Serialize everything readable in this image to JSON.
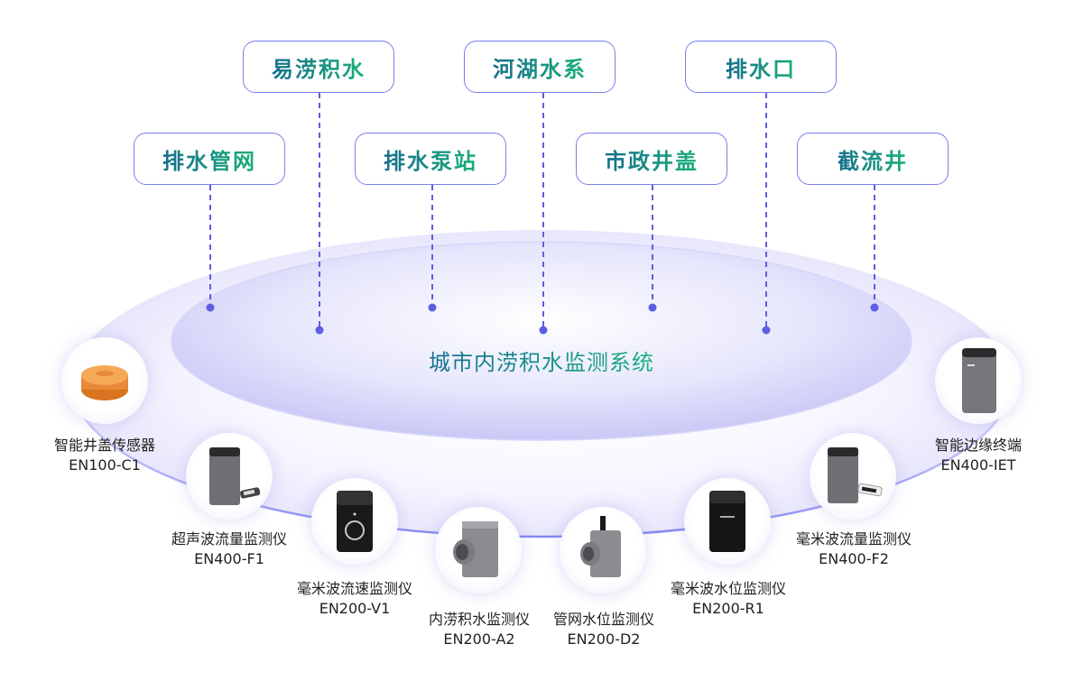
{
  "system_title": "城市内涝积水监测系统",
  "scenarios": [
    {
      "id": "yilao",
      "label": "易涝积水"
    },
    {
      "id": "hehu",
      "label": "河湖水系"
    },
    {
      "id": "paishuikou",
      "label": "排水口"
    },
    {
      "id": "guanwang",
      "label": "排水管网"
    },
    {
      "id": "bengzhan",
      "label": "排水泵站"
    },
    {
      "id": "jinggai",
      "label": "市政井盖"
    },
    {
      "id": "jieliu",
      "label": "截流井"
    }
  ],
  "devices": [
    {
      "name": "智能井盖传感器",
      "model": "EN100-C1",
      "icon": "manhole-sensor-icon"
    },
    {
      "name": "超声波流量监测仪",
      "model": "EN400-F1",
      "icon": "ultrasonic-flow-meter-icon"
    },
    {
      "name": "毫米波流速监测仪",
      "model": "EN200-V1",
      "icon": "mmwave-velocity-meter-icon"
    },
    {
      "name": "内涝积水监测仪",
      "model": "EN200-A2",
      "icon": "waterlogging-monitor-icon"
    },
    {
      "name": "管网水位监测仪",
      "model": "EN200-D2",
      "icon": "pipe-level-monitor-icon"
    },
    {
      "name": "毫米波水位监测仪",
      "model": "EN200-R1",
      "icon": "mmwave-level-meter-icon"
    },
    {
      "name": "毫米波流量监测仪",
      "model": "EN400-F2",
      "icon": "mmwave-flow-meter-icon"
    },
    {
      "name": "智能边缘终端",
      "model": "EN400-IET",
      "icon": "edge-terminal-icon"
    }
  ],
  "colors": {
    "accent": "#5b5fe0",
    "box_border": "#7a7ff0",
    "text_dark": "#176f8c",
    "text_green": "#19b07a"
  }
}
